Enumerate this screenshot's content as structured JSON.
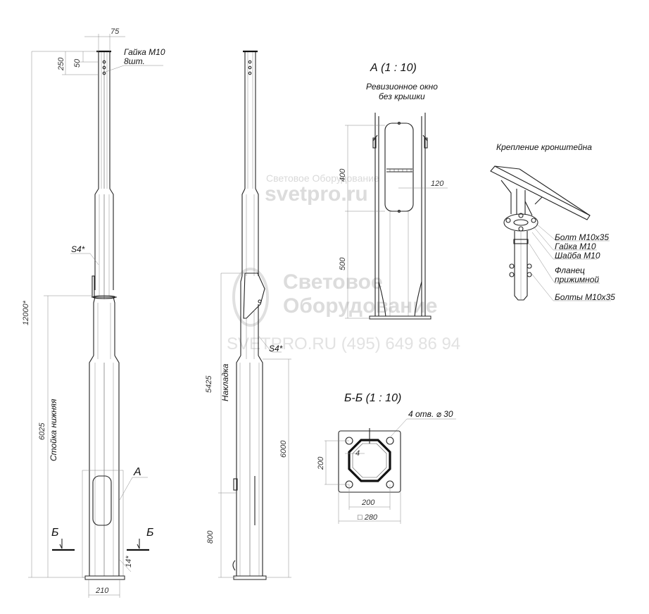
{
  "watermark": {
    "small": "Световое Оборудование",
    "site": "svetpro.ru",
    "brand_line1": "Световое",
    "brand_line2": "Оборудование",
    "contact": "SVETPRO.RU  (495) 649 86 94"
  },
  "left_view": {
    "dim_top_width": "75",
    "dim_250": "250",
    "dim_50": "50",
    "nut_label_line1": "Гайка М10",
    "nut_label_line2": "8шт.",
    "dim_total_height": "12000*",
    "dim_lower_post": "6025",
    "lower_post_label": "Стойка нижняя",
    "weld_label": "S4*",
    "section_view_mark": "А",
    "section_mark_left": "Б",
    "section_mark_right": "Б",
    "dim_base_width": "210",
    "dim_angle": "14*"
  },
  "middle_view": {
    "dim_5425": "5425",
    "overlay_label": "Накладка",
    "dim_6000": "6000",
    "dim_800": "800",
    "weld_label": "S4*"
  },
  "detail_a": {
    "title": "А (1 : 10)",
    "note_line1": "Ревизионное окно",
    "note_line2": "без крышки",
    "dim_400": "400",
    "dim_120": "120",
    "dim_500": "500"
  },
  "bracket": {
    "title": "Крепление кронштейна",
    "bolt_label": "Болт М10х35",
    "nut_label": "Гайка М10",
    "washer_label": "Шайба М10",
    "flange_line1": "Фланец",
    "flange_line2": "прижимной",
    "bolts_label": "Болты М10х35"
  },
  "section_b": {
    "title": "Б-Б (1 : 10)",
    "holes_label": "4 отв. ⌀ 30",
    "dim_thickness": "4",
    "dim_side": "200",
    "dim_bolt_spacing": "200",
    "dim_plate": "□ 280"
  }
}
